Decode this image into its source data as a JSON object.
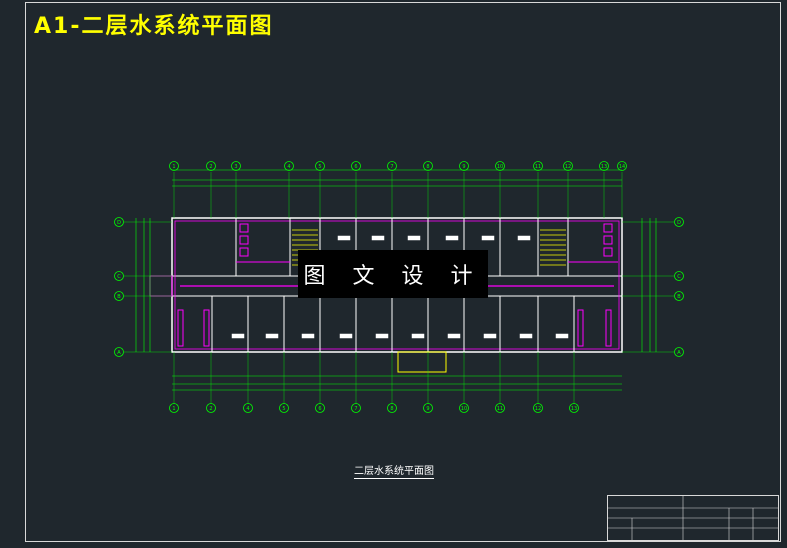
{
  "title": "A1-二层水系统平面图",
  "watermark": "图 文 设 计",
  "caption": "二层水系统平面图",
  "axes_top": [
    "1",
    "2",
    "3",
    "4",
    "5",
    "6",
    "7",
    "8",
    "9",
    "10",
    "11",
    "12",
    "13",
    "14"
  ],
  "axes_bottom": [
    "1",
    "2",
    "4",
    "5",
    "6",
    "7",
    "8",
    "9",
    "10",
    "11",
    "12",
    "13"
  ],
  "axes_left": [
    "D",
    "C",
    "B",
    "A"
  ],
  "axes_right": [
    "D",
    "C",
    "B",
    "A"
  ],
  "colors": {
    "background": "#1f272d",
    "wall": "#ffffff",
    "pipe": "#ff00ff",
    "dimension": "#00ff00",
    "axis": "#00ff00",
    "room_text": "#ffffff",
    "stair": "#ffff00",
    "title": "#ffff00",
    "title_block": "#d8d8d8"
  }
}
